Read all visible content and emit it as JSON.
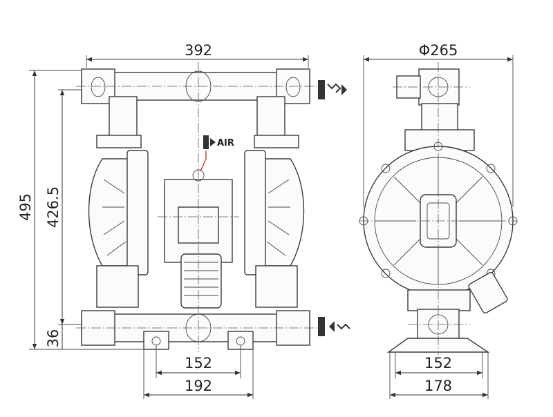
{
  "dimensions": {
    "front_width": "392",
    "front_height_total": "495",
    "front_height_ports": "426.5",
    "front_base_height": "36",
    "front_bolt_spacing": "152",
    "front_base_width": "192",
    "side_diameter": "Φ265",
    "side_bolt_spacing": "152",
    "side_base_width": "178"
  },
  "labels": {
    "air_inlet": "AIR"
  },
  "colors": {
    "line": "#3a3a3a",
    "air_leader": "#c0392b",
    "background": "#ffffff"
  }
}
